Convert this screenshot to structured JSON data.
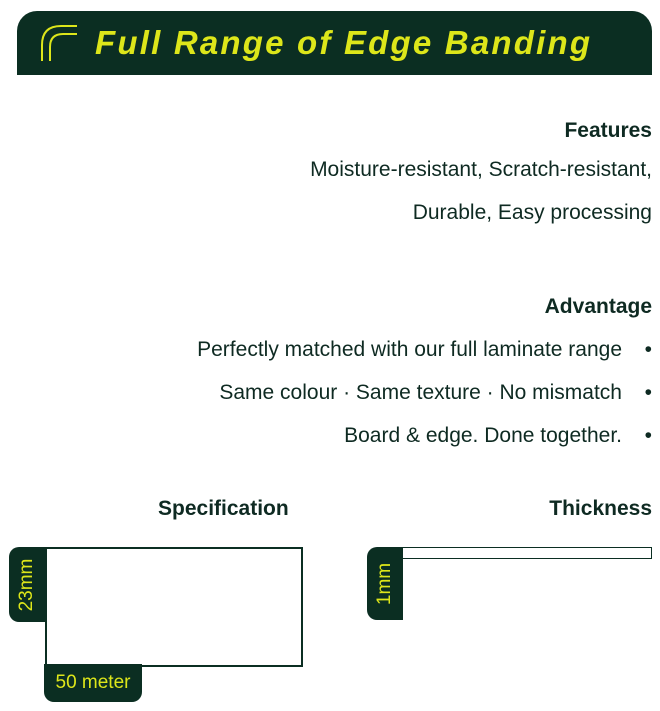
{
  "banner": {
    "title": "Full Range of  Edge Banding"
  },
  "features": {
    "heading": "Features",
    "lines": [
      "Moisture-resistant, Scratch-resistant,",
      "Durable, Easy processing"
    ]
  },
  "advantage": {
    "heading": "Advantage",
    "items": [
      "Perfectly matched with our full laminate range",
      "Same colour · Same texture · No mismatch",
      "Board & edge. Done together."
    ],
    "bullet": "•"
  },
  "specification": {
    "heading": "Specification",
    "height_label": "23mm",
    "length_label": "50 meter"
  },
  "thickness": {
    "heading": "Thickness",
    "label": "1mm"
  },
  "colors": {
    "dark": "#0b2e22",
    "accent": "#dde61a"
  }
}
